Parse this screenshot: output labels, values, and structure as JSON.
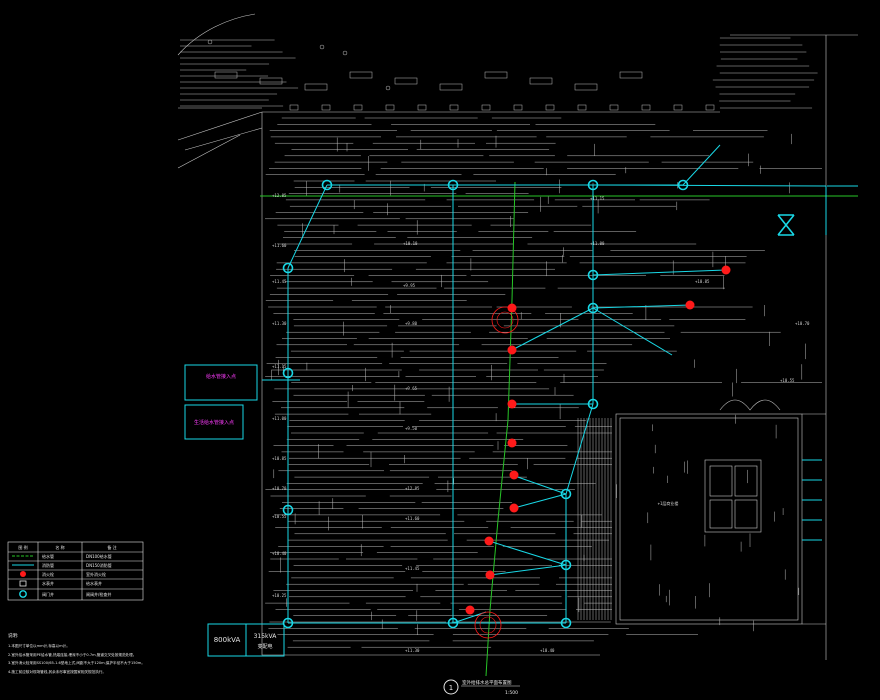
{
  "colors": {
    "background": "#000000",
    "linework": "#c8c8c8",
    "pipe_cyan": "#19d8e6",
    "pipe_green": "#27c627",
    "hydrant_red": "#ff1a1a",
    "label_magenta": "#ff3cff",
    "label_white": "#e6e6e6",
    "label_gray": "#9a9a9a"
  },
  "labels": {
    "pink_box_1": "给水管接入点",
    "pink_box_2": "生活给水管接入点",
    "transformer_1": "800kVA",
    "transformer_2": "315kVA",
    "transformer_2_sub": "变配电",
    "drawing_title": "室外给排水总平面布置图",
    "drawing_scale": "1:500",
    "drawing_number": "1",
    "tower_label": "+1层商业楼"
  },
  "legend": {
    "headers": [
      "图 例",
      "名 称",
      "备 注"
    ],
    "rows": [
      {
        "name": "给水管",
        "note": "DN100给水管"
      },
      {
        "name": "消防管",
        "note": "DN150消防管"
      },
      {
        "name": "消火栓",
        "note": "室外消火栓"
      },
      {
        "name": "水表井",
        "note": "给水表井"
      },
      {
        "name": "阀门井",
        "note": "闸阀井/检查井"
      }
    ]
  },
  "notes": {
    "heading": "说明:",
    "lines": [
      "1.本图尺寸单位以mm计,标高以m计。",
      "2.室外给水管采用PE给水管,热熔连接,埋深不小于0.7m,管道交叉处按规范处理。",
      "3.室外消火栓采用SS100/65-1.6型地上式,间距不大于120m,保护半径不大于150m。",
      "4.施工前应核对现场管线,其余未尽事宜按国家相关规范执行。"
    ]
  },
  "elevations": [
    "+12.85",
    "+11.60",
    "+11.45",
    "+11.30",
    "+11.15",
    "+11.00",
    "+10.85",
    "+10.70",
    "+10.55",
    "+10.40",
    "+10.25",
    "+10.10",
    "+9.95",
    "+9.80",
    "+9.65",
    "+9.50"
  ]
}
